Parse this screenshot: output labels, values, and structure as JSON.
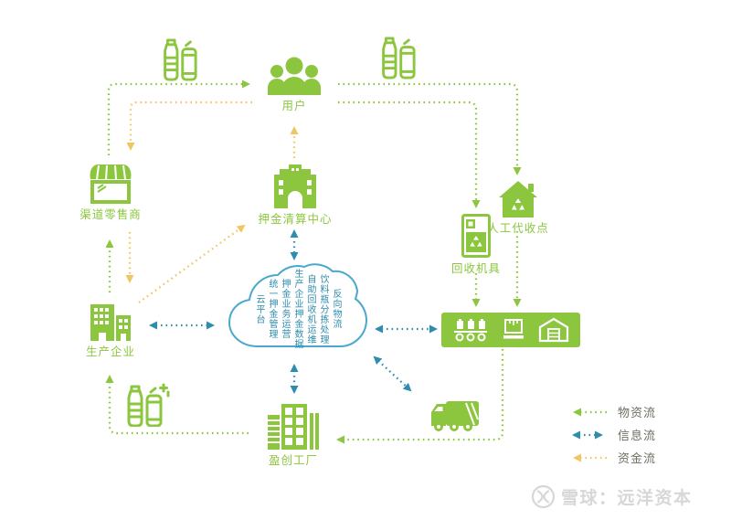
{
  "diagram": {
    "nodes": {
      "users": {
        "label": "用户"
      },
      "retailer": {
        "label": "渠道零售商"
      },
      "clearing_center": {
        "label": "押金清算中心"
      },
      "manual_collection": {
        "label": "人工代收点"
      },
      "recycling_machine": {
        "label": "回收机具"
      },
      "producer": {
        "label": "生产企业"
      },
      "incom_factory": {
        "label": "盈创工厂"
      }
    },
    "cloud": {
      "columns": [
        "云平台",
        "统一押金管理",
        "押金业务运营",
        "生产企业押金数据",
        "自助回收机运维",
        "饮料瓶分拣处理",
        "反向物流"
      ]
    },
    "legend": [
      {
        "label": "物资流",
        "color": "#8CC63F",
        "double_headed": false
      },
      {
        "label": "信息流",
        "color": "#2E8CAD",
        "double_headed": true
      },
      {
        "label": "资金流",
        "color": "#F0C660",
        "double_headed": false
      }
    ],
    "colors": {
      "material_flow": "#8CC63F",
      "information_flow": "#2E8CAD",
      "capital_flow": "#F0C660",
      "cloud_outline": "#49A8CC",
      "watermark": "#D7D7D7"
    }
  },
  "watermark": {
    "text": "雪球：远洋资本"
  }
}
